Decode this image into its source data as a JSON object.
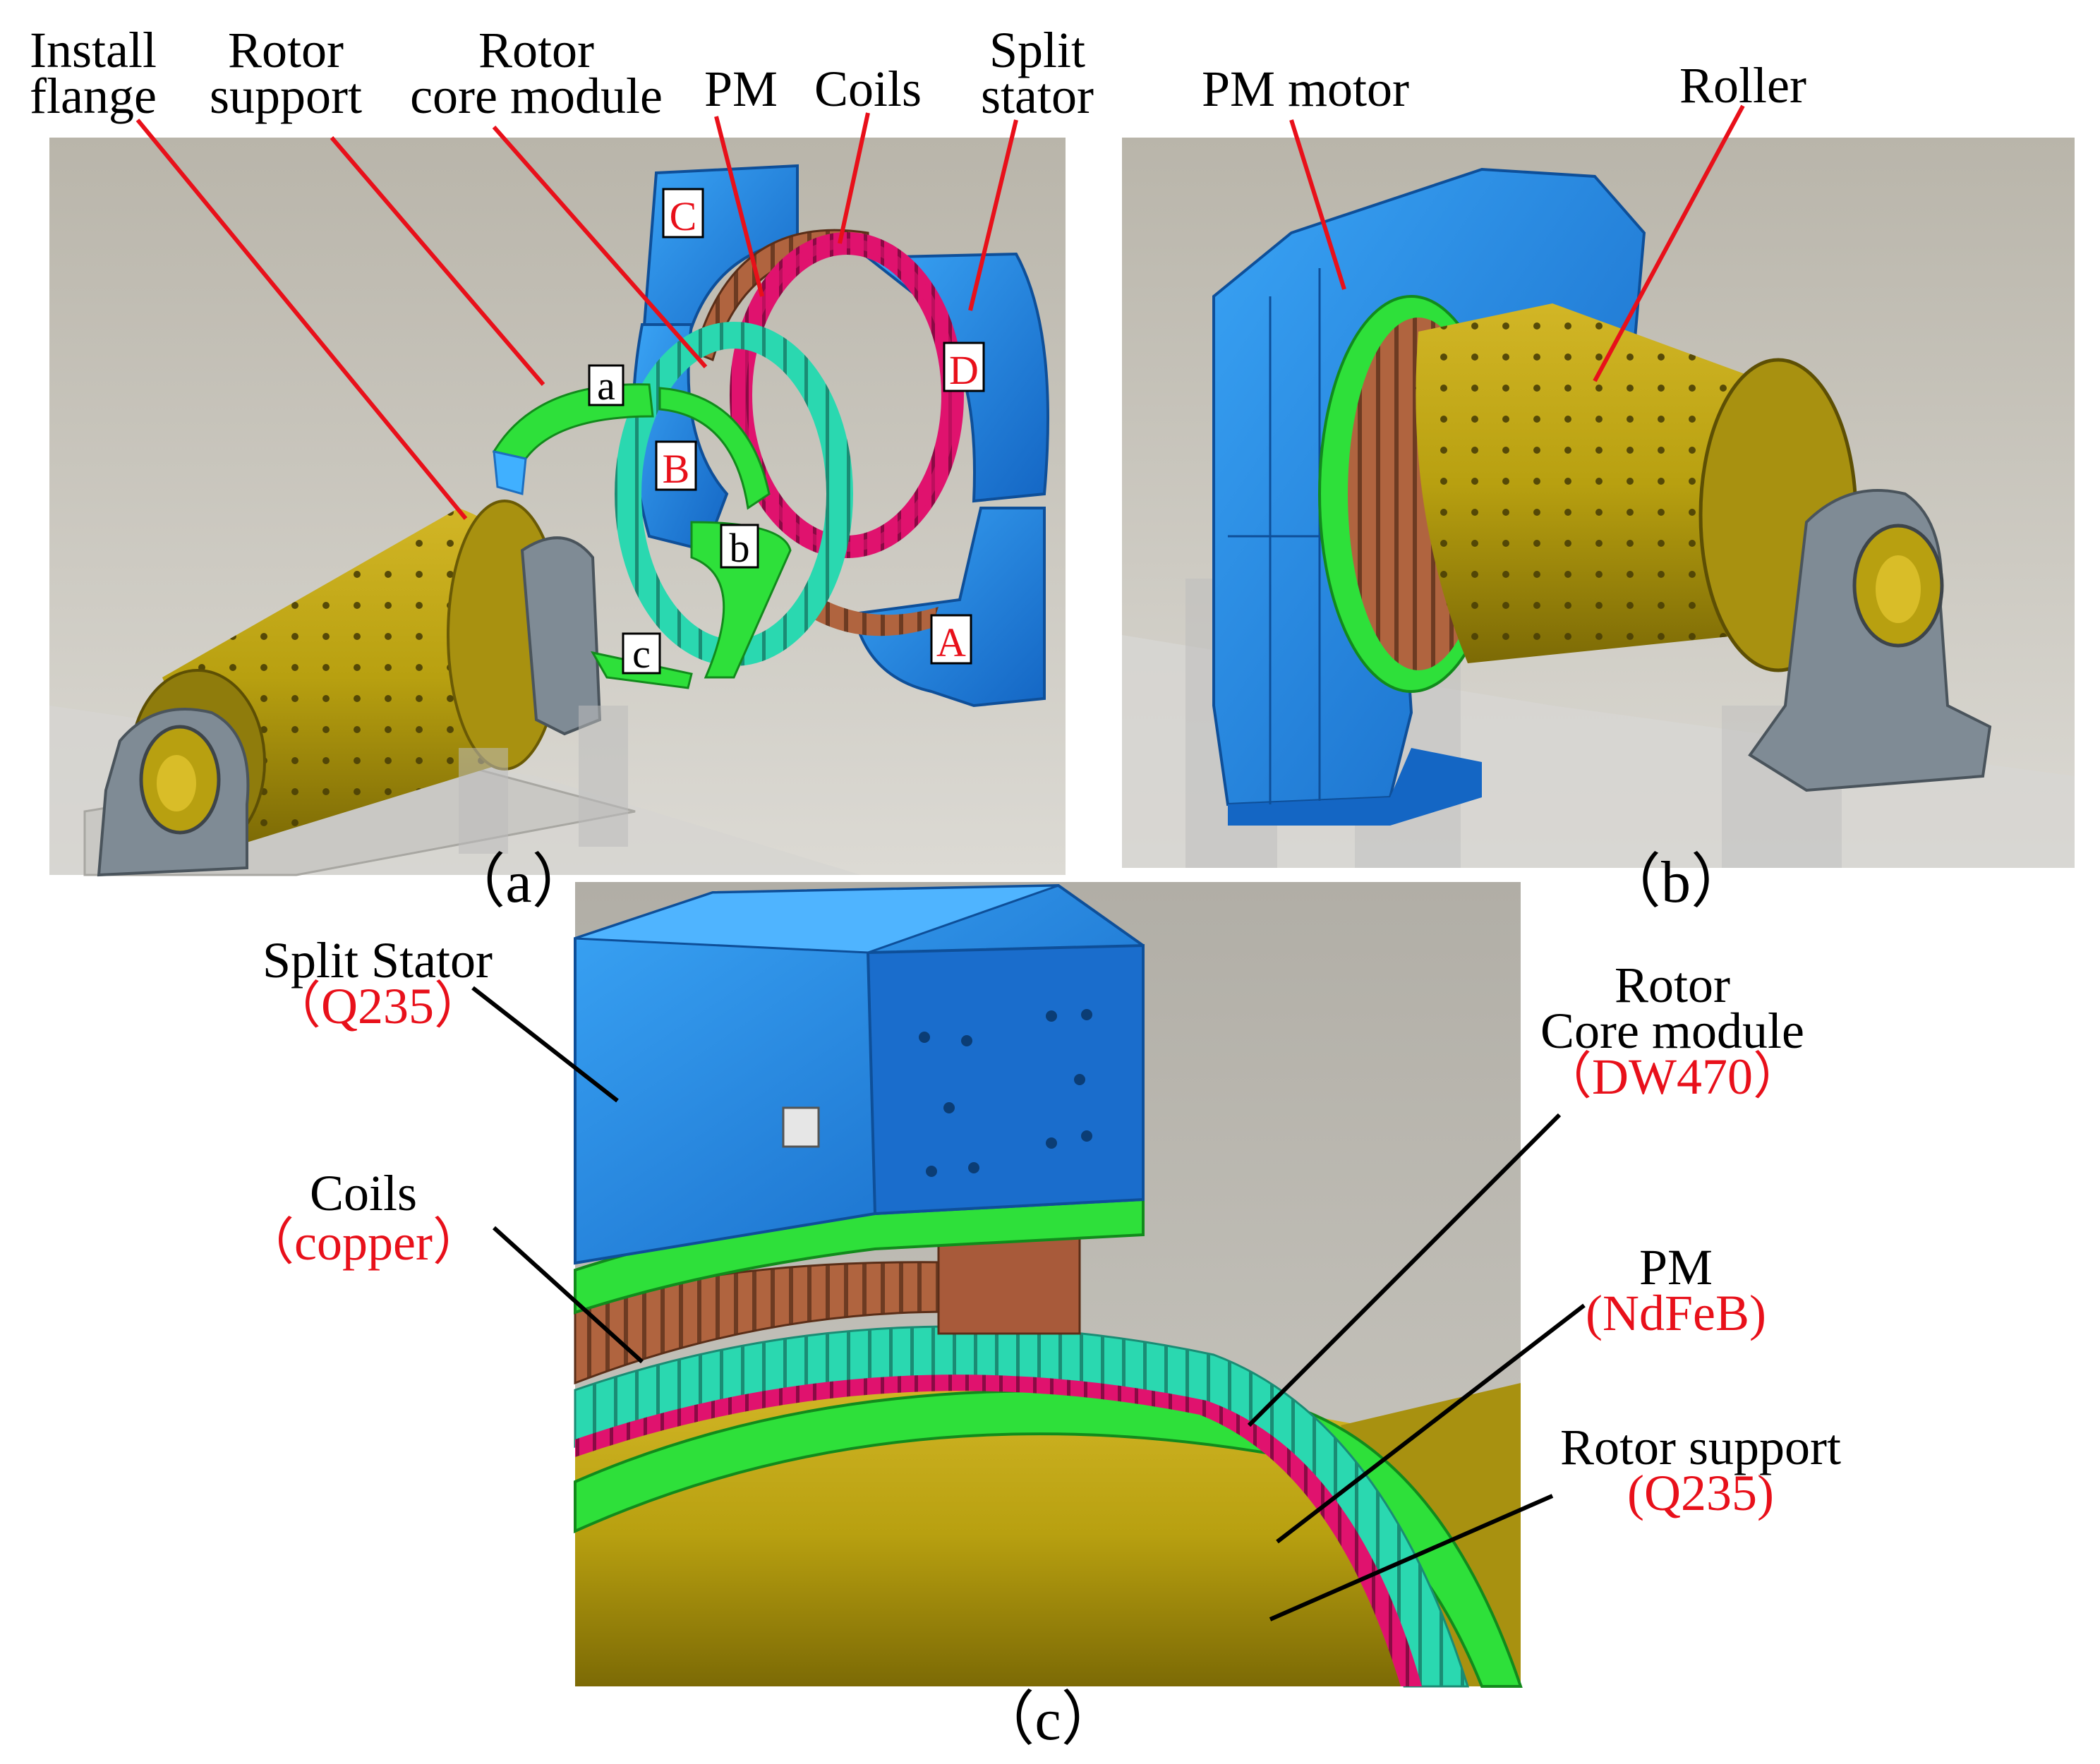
{
  "panel_a": {
    "caption": "（a）",
    "labels": {
      "install_1": "Install",
      "install_2": "flange",
      "rs_1": "Rotor",
      "rs_2": "support",
      "rc_1": "Rotor",
      "rc_2": "core module",
      "pm": "PM",
      "coils": "Coils",
      "ss_1": "Split",
      "ss_2": "stator"
    },
    "tags": {
      "a": "a",
      "b": "b",
      "c": "c",
      "A": "A",
      "B": "B",
      "C": "C",
      "D": "D"
    }
  },
  "panel_b": {
    "caption": "（b）",
    "labels": {
      "pm_motor": "PM motor",
      "roller": "Roller"
    }
  },
  "panel_c": {
    "caption": "（c）",
    "labels": {
      "split_stator": "Split Stator",
      "split_stator_mat": "（Q235）",
      "coils": "Coils",
      "coils_mat": "（copper）",
      "rc_1": "Rotor",
      "rc_2": "Core module",
      "rc_mat": "（DW470）",
      "pm": "PM",
      "pm_mat": "(NdFeB)",
      "rs": "Rotor support",
      "rs_mat": "(Q235)"
    }
  },
  "colors": {
    "stator": "#1f8ee8",
    "green": "#2ee03a",
    "gold": "#b8a010",
    "coil": "#a85a3a",
    "magnet": "#e0126e",
    "core": "#2ad8b0",
    "gray": "#7f8b95",
    "label_red": "#e8101a"
  }
}
